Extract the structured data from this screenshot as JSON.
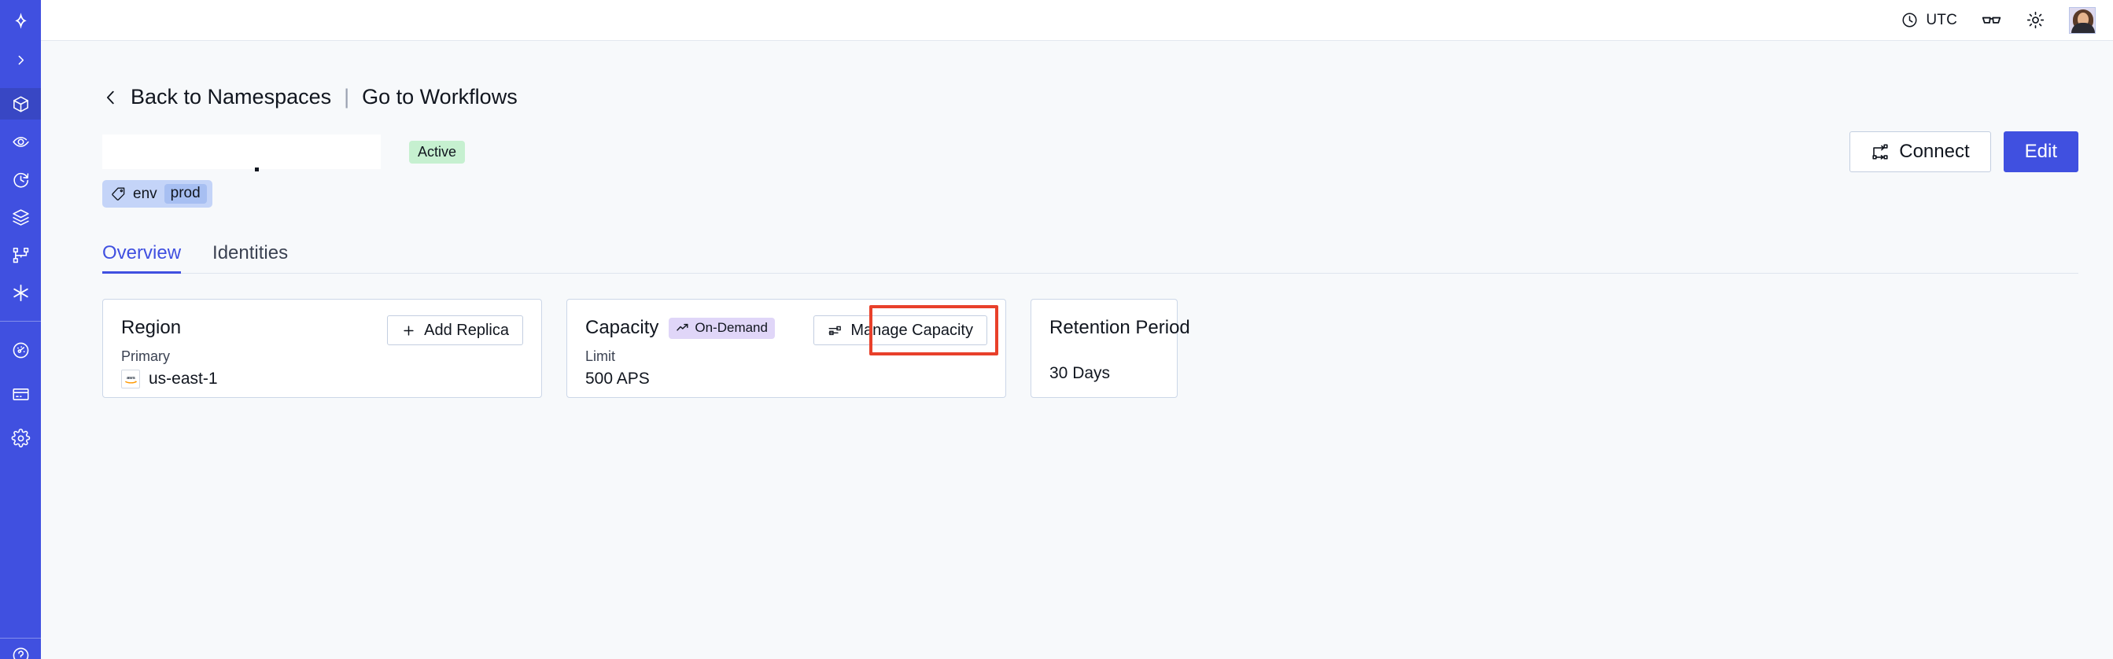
{
  "colors": {
    "sidebar_bg": "#4050e0",
    "sidebar_active": "#3847c4",
    "accent": "#4050e0",
    "page_bg": "#f7f9fb",
    "card_border": "#ccd7e8",
    "badge_active_bg": "#c6f0d0",
    "badge_ondemand_bg": "#e0d6f8",
    "tag_bg": "#c4d4f8",
    "tag_value_bg": "#a7bff2",
    "annotation_red": "#e8402a"
  },
  "sidebar": {
    "logo": {
      "icon": "temporal-logo-icon"
    },
    "expand": {
      "icon": "chevron-right-icon",
      "label": "Expand"
    },
    "items": [
      {
        "icon": "cube-icon",
        "label": "Namespaces",
        "selected": true
      },
      {
        "icon": "eye-icon",
        "label": "Observability",
        "selected": false
      },
      {
        "icon": "history-clock-icon",
        "label": "Schedules",
        "selected": false
      },
      {
        "icon": "layers-icon",
        "label": "Batch Operations",
        "selected": false
      },
      {
        "icon": "nodes-graph-icon",
        "label": "Nexus",
        "selected": false
      },
      {
        "icon": "asterisk-icon",
        "label": "Workers",
        "selected": false
      }
    ],
    "bottom_items": [
      {
        "icon": "gauge-icon",
        "label": "Usage"
      },
      {
        "icon": "credit-card-icon",
        "label": "Billing"
      },
      {
        "icon": "gear-icon",
        "label": "Settings"
      }
    ]
  },
  "topbar": {
    "timezone": "UTC",
    "timezone_icon": "clock-icon",
    "glasses_icon": "glasses-icon",
    "theme_icon": "sun-icon",
    "avatar": "user-avatar"
  },
  "breadcrumb": {
    "back_icon": "chevron-left-icon",
    "back_label": "Back to Namespaces",
    "separator": "|",
    "forward_label": "Go to Workflows"
  },
  "namespace": {
    "title": "",
    "title_redacted": true,
    "status": "Active",
    "tag": {
      "icon": "tag-icon",
      "key": "env",
      "value": "prod"
    }
  },
  "actions": {
    "connect_label": "Connect",
    "connect_icon": "connection-icon",
    "edit_label": "Edit"
  },
  "tabs": [
    {
      "label": "Overview",
      "selected": true
    },
    {
      "label": "Identities",
      "selected": false
    }
  ],
  "cards": {
    "region": {
      "title": "Region",
      "button_label": "Add Replica",
      "button_icon": "plus-icon",
      "sub_label": "Primary",
      "provider_icon": "aws-logo-icon",
      "value": "us-east-1"
    },
    "capacity": {
      "title": "Capacity",
      "badge_label": "On-Demand",
      "badge_icon": "trending-up-icon",
      "button_label": "Manage Capacity",
      "button_icon": "sliders-icon",
      "button_highlighted": true,
      "sub_label": "Limit",
      "value": "500 APS"
    },
    "retention": {
      "title": "Retention Period",
      "value": "30 Days"
    }
  }
}
